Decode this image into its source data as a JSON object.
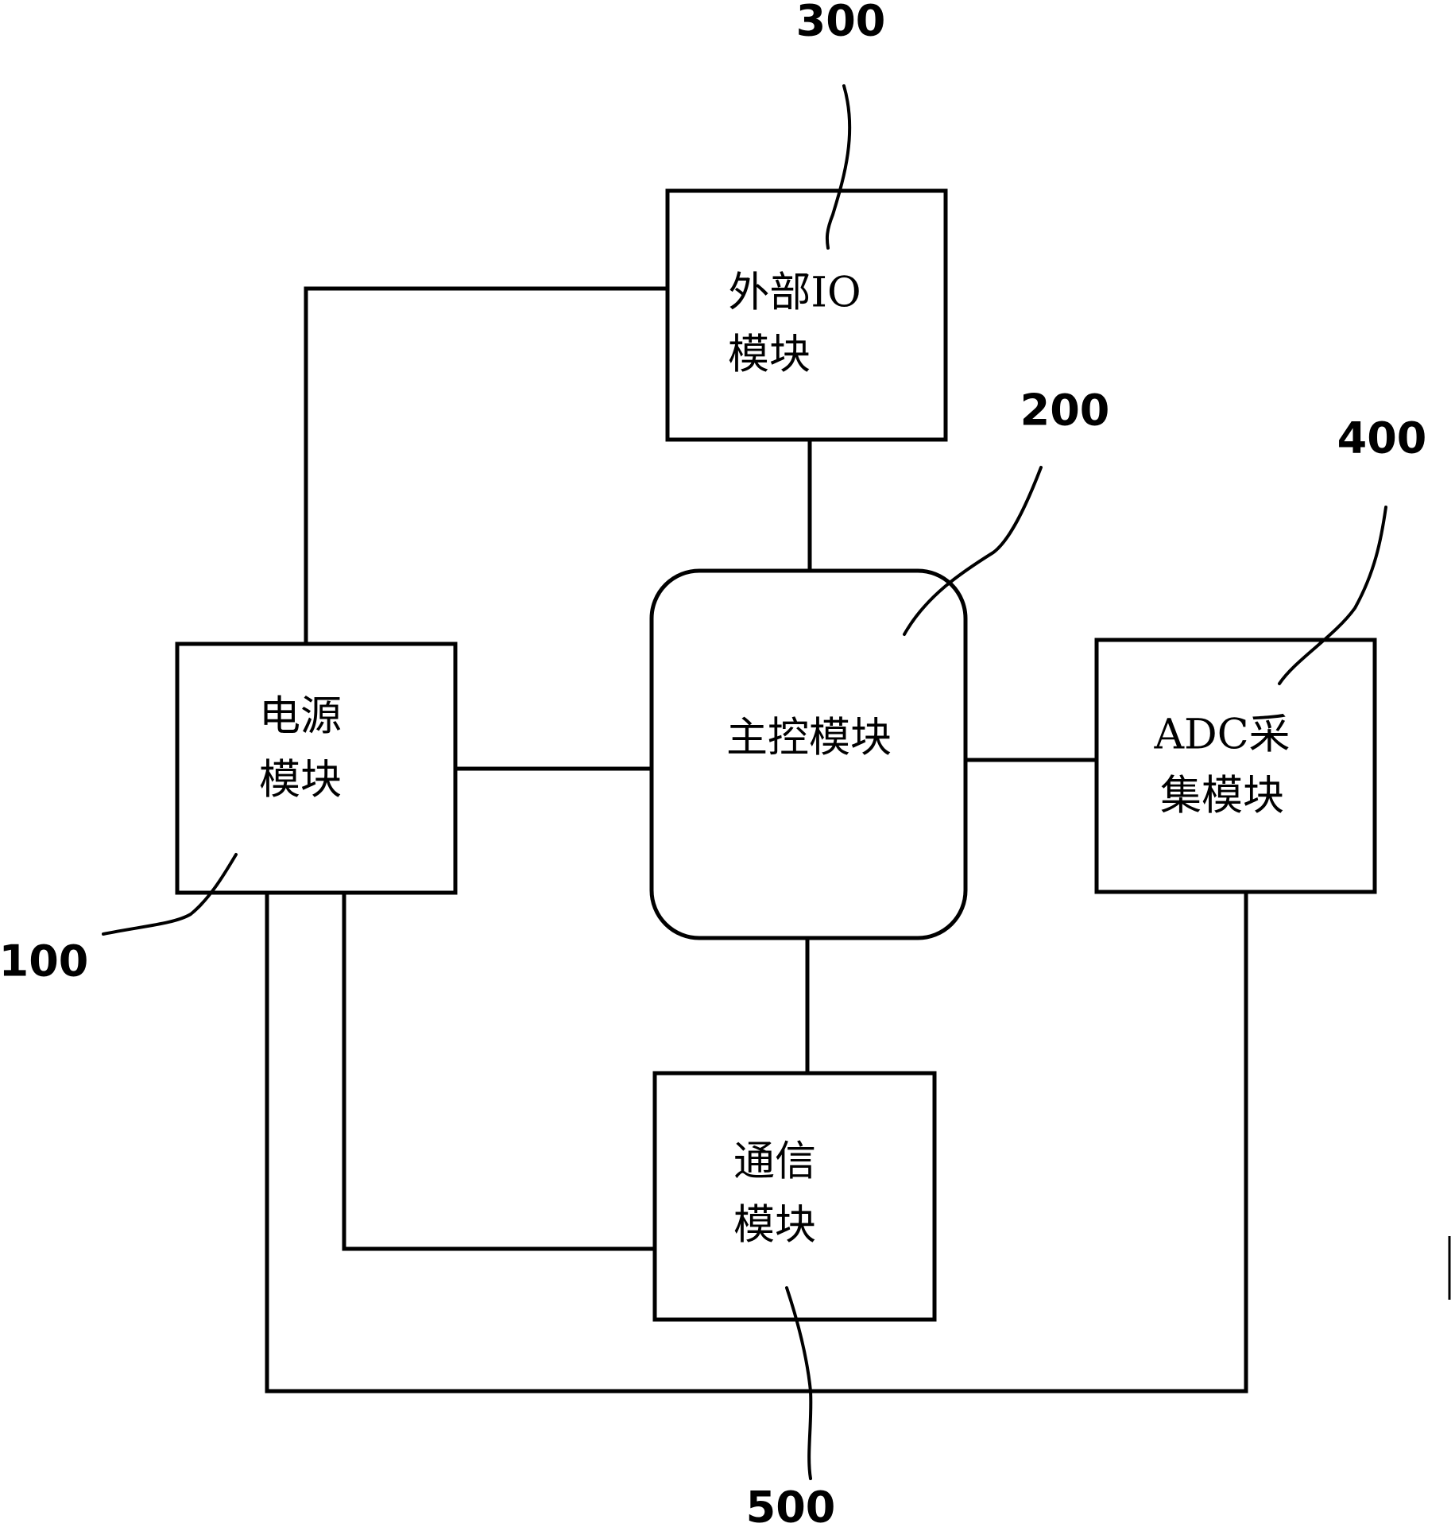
{
  "modules": {
    "power": {
      "line1": "电源",
      "line2": "模块",
      "ref": "100"
    },
    "main_control": {
      "label": "主控模块",
      "ref": "200"
    },
    "external_io": {
      "line1": "外部IO",
      "line2": "模块",
      "ref": "300"
    },
    "adc": {
      "line1": "ADC采",
      "line2": "集模块",
      "ref": "400"
    },
    "comm": {
      "line1": "通信",
      "line2": "模块",
      "ref": "500"
    }
  }
}
